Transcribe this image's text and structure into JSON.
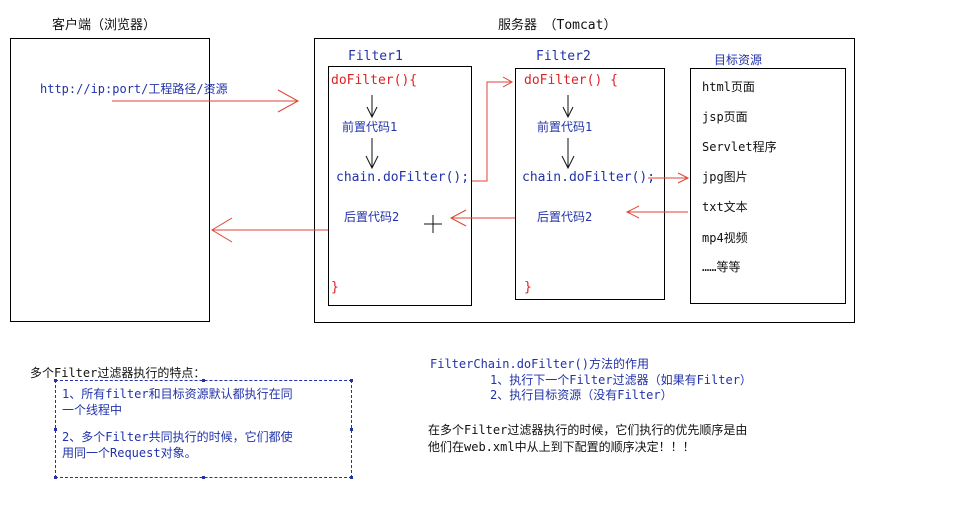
{
  "client": {
    "title": "客户端（浏览器）",
    "url": "http://ip:port/工程路径/资源"
  },
  "server": {
    "title": "服务器　（Tomcat）"
  },
  "filter1": {
    "title": "Filter1",
    "do_filter_open": "doFilter(){",
    "pre_code": "前置代码1",
    "chain_call": "chain.doFilter();",
    "post_code": "后置代码2",
    "close_brace": "}"
  },
  "filter2": {
    "title": "Filter2",
    "do_filter_open": "doFilter() {",
    "pre_code": "前置代码1",
    "chain_call": "chain.doFilter();",
    "post_code": "后置代码2",
    "close_brace": "}"
  },
  "target": {
    "title": "目标资源",
    "items": [
      "html页面",
      "jsp页面",
      "Servlet程序",
      "jpg图片",
      "txt文本",
      "mp4视频",
      "……等等"
    ]
  },
  "notes": {
    "features_title": "多个Filter过滤器执行的特点：",
    "feature1_line1": "1、所有filter和目标资源默认都执行在同",
    "feature1_line2": "一个线程中",
    "feature2_line1": "2、多个Filter共同执行的时候，它们都使",
    "feature2_line2": "用同一个Request对象。",
    "chain_title": "FilterChain.doFilter()方法的作用",
    "chain_item1": "1、执行下一个Filter过滤器（如果有Filter）",
    "chain_item2": "2、执行目标资源（没有Filter）",
    "order_line1": "在多个Filter过滤器执行的时候，它们执行的优先顺序是由",
    "order_line2": "他们在web.xml中从上到下配置的顺序决定！！！"
  },
  "colors": {
    "arrow_red": "#dd4433",
    "text_blue": "#2233aa",
    "text_red": "#dd2222"
  }
}
